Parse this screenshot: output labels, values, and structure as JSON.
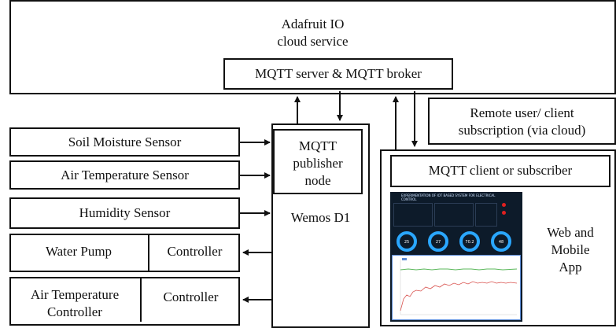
{
  "cloud": {
    "title_line1": "Adafruit IO",
    "title_line2": "cloud service",
    "broker": "MQTT server & MQTT broker"
  },
  "remote_user": {
    "line1": "Remote user/ client",
    "line2": "subscription (via cloud)"
  },
  "sensors": [
    {
      "label": "Soil Moisture Sensor"
    },
    {
      "label": "Air Temperature Sensor"
    },
    {
      "label": "Humidity Sensor"
    }
  ],
  "actuators": [
    {
      "label": "Water Pump",
      "controller": "Controller"
    },
    {
      "label_line1": "Air Temperature",
      "label_line2": "Controller",
      "controller": "Controller"
    }
  ],
  "node": {
    "publisher_line1": "MQTT",
    "publisher_line2": "publisher",
    "publisher_line3": "node",
    "board": "Wemos D1"
  },
  "app": {
    "client": "MQTT client or subscriber",
    "label_line1": "Web and",
    "label_line2": "Mobile",
    "label_line3": "App"
  },
  "dashboard": {
    "header": "EXPERIMENTATION OF IOT BASED SYSTEM FOR ELECTRICAL CONTROL",
    "gauges": [
      {
        "value": "25"
      },
      {
        "value": "27"
      },
      {
        "value": "70.2"
      },
      {
        "value": "48"
      }
    ]
  }
}
